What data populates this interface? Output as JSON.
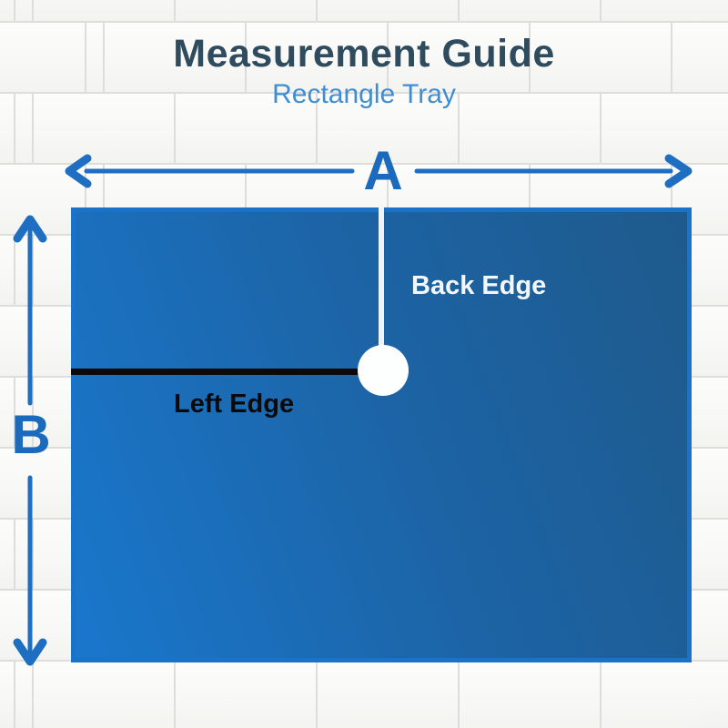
{
  "header": {
    "title": "Measurement Guide",
    "subtitle": "Rectangle Tray"
  },
  "dimensions": {
    "width_label": "A",
    "height_label": "B"
  },
  "tray": {
    "back_edge_label": "Back Edge",
    "left_edge_label": "Left Edge"
  },
  "colors": {
    "title": "#2f4b5e",
    "subtitle": "#3f8ed3",
    "arrow-blue": "#1e6ec2",
    "label-blue": "#1b6abc",
    "tray-border": "#1a73c9",
    "tray-fill-start": "#1a77cc",
    "tray-fill-mid": "#1c64a6",
    "tray-fill-end": "#1e5a8c",
    "back-edge-line": "#eef4f9",
    "back-edge-text": "#f3f7fb",
    "left-edge-line": "#0a0a0b",
    "left-edge-text": "#0a0a0b",
    "drain-white": "#fdfefe",
    "grout": "#dedddb",
    "tile": "#f8f8f6"
  }
}
